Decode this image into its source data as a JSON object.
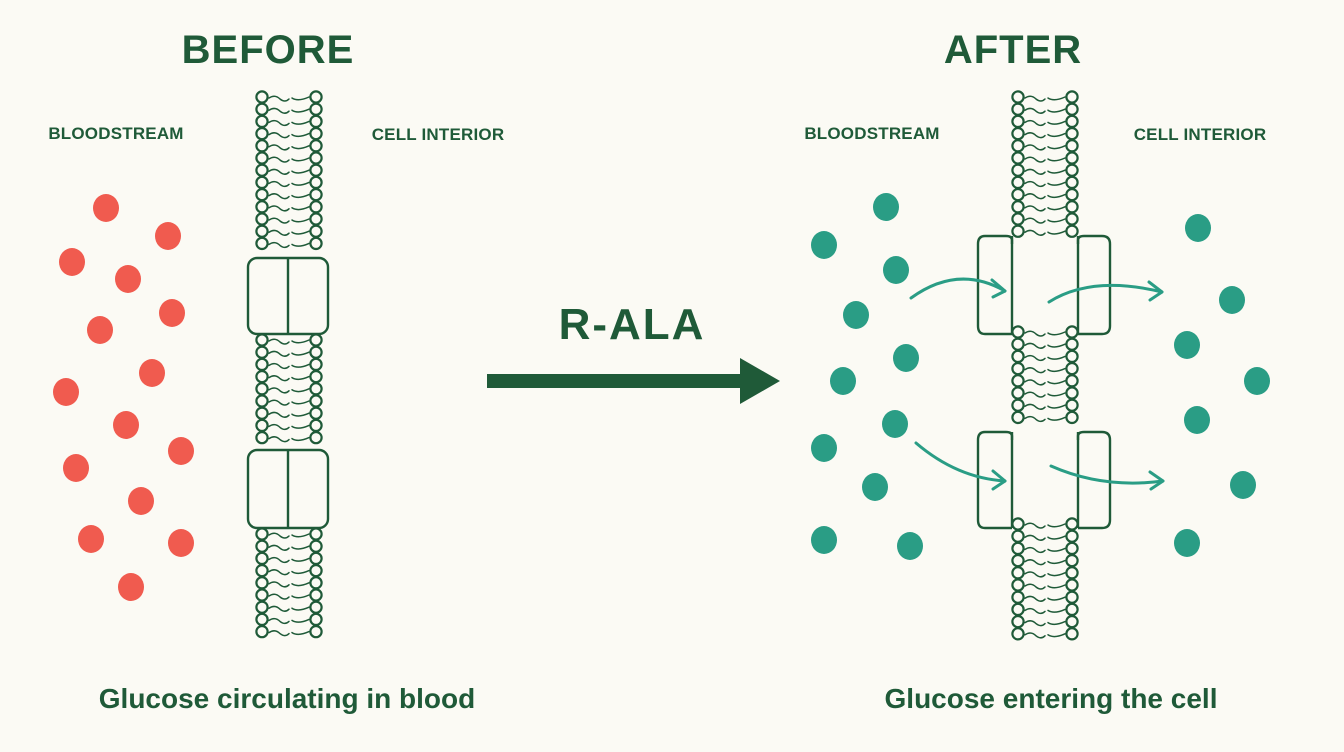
{
  "before": {
    "title": "BEFORE",
    "left_label": "BLOODSTREAM",
    "right_label": "CELL INTERIOR",
    "caption": "Glucose circulating in blood"
  },
  "transition": {
    "label": "R-ALA"
  },
  "after": {
    "title": "AFTER",
    "left_label": "BLOODSTREAM",
    "right_label": "CELL INTERIOR",
    "caption": "Glucose entering the cell"
  },
  "colors": {
    "background": "#fbfaf4",
    "text": "#1f5a38",
    "membrane": "#1f5a38",
    "glucose_before": "#f05b4f",
    "glucose_after": "#2a9d85"
  }
}
